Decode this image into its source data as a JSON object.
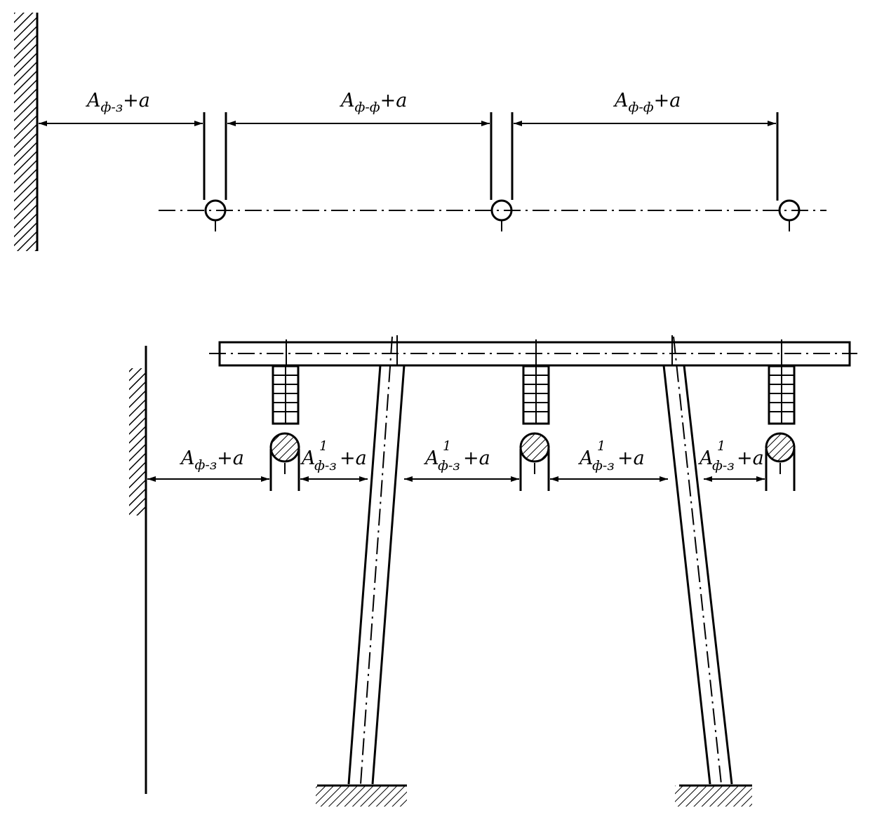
{
  "labels": {
    "top_wall_phase": {
      "base": "A",
      "sub": "ф-з",
      "tail": "+a"
    },
    "top_phase_phase_1": {
      "base": "A",
      "sub": "ф-ф",
      "tail": "+a"
    },
    "top_phase_phase_2": {
      "base": "A",
      "sub": "ф-ф",
      "tail": "+a"
    },
    "bottom_wall_phase": {
      "base": "A",
      "sub": "ф-з",
      "tail": "+a"
    },
    "bottom_gap_1": {
      "base": "A",
      "sup": "1",
      "sub": "ф-з",
      "tail": "+a"
    },
    "bottom_gap_2": {
      "base": "A",
      "sup": "1",
      "sub": "ф-з",
      "tail": "+a"
    },
    "bottom_gap_3": {
      "base": "A",
      "sup": "1",
      "sub": "ф-з",
      "tail": "+a"
    },
    "bottom_gap_4": {
      "base": "A",
      "sup": "1",
      "sub": "ф-з",
      "tail": "+a"
    }
  }
}
